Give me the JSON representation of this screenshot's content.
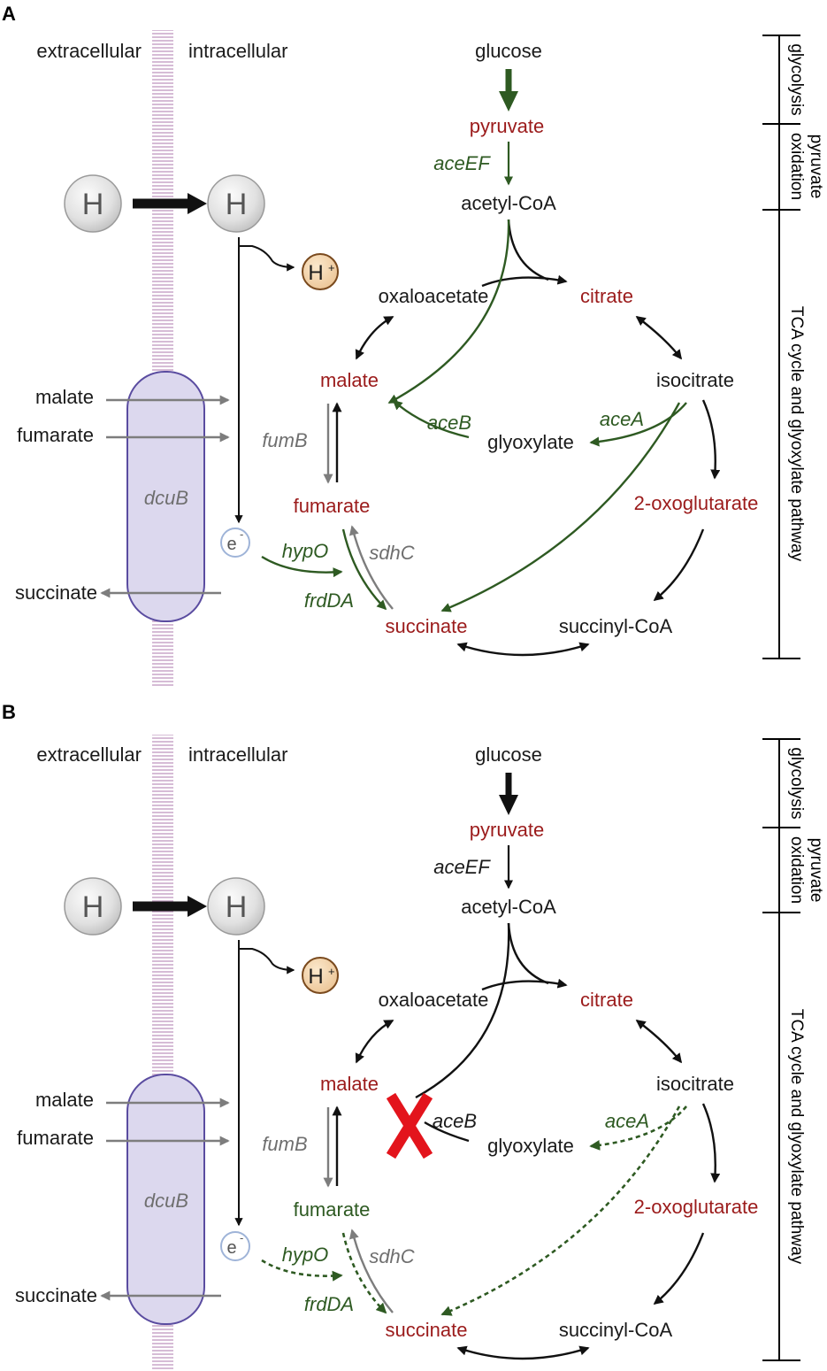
{
  "panels": [
    {
      "label": "A",
      "compartments": {
        "extracellular": "extracellular",
        "intracellular": "intracellular"
      },
      "hydrogen": "H",
      "proton": "H",
      "proton_sup": "+",
      "electron": "e",
      "electron_sup": "-",
      "transporter": "dcuB",
      "transport": {
        "malate": "malate",
        "fumarate": "fumarate",
        "succinate": "succinate"
      },
      "metabolites": {
        "glucose": "glucose",
        "pyruvate": "pyruvate",
        "acetyl_coa": "acetyl-CoA",
        "oxaloacetate": "oxaloacetate",
        "citrate": "citrate",
        "isocitrate": "isocitrate",
        "malate": "malate",
        "glyoxylate": "glyoxylate",
        "fumarate": "fumarate",
        "oxoglutarate": "2-oxoglutarate",
        "succinate": "succinate",
        "succinyl_coa": "succinyl-CoA"
      },
      "genes": {
        "aceEF": "aceEF",
        "aceB": "aceB",
        "aceA": "aceA",
        "fumB": "fumB",
        "sdhC": "sdhC",
        "hypO": "hypO",
        "frdDA": "frdDA"
      },
      "pathways": {
        "glycolysis": "glycolysis",
        "pyruvate": "pyruvate",
        "oxidation": "oxidation",
        "tca": "TCA cycle and glyoxylate pathway"
      }
    },
    {
      "label": "B",
      "compartments": {
        "extracellular": "extracellular",
        "intracellular": "intracellular"
      },
      "hydrogen": "H",
      "proton": "H",
      "proton_sup": "+",
      "electron": "e",
      "electron_sup": "-",
      "transporter": "dcuB",
      "transport": {
        "malate": "malate",
        "fumarate": "fumarate",
        "succinate": "succinate"
      },
      "metabolites": {
        "glucose": "glucose",
        "pyruvate": "pyruvate",
        "acetyl_coa": "acetyl-CoA",
        "oxaloacetate": "oxaloacetate",
        "citrate": "citrate",
        "isocitrate": "isocitrate",
        "malate": "malate",
        "glyoxylate": "glyoxylate",
        "fumarate": "fumarate",
        "oxoglutarate": "2-oxoglutarate",
        "succinate": "succinate",
        "succinyl_coa": "succinyl-CoA"
      },
      "genes": {
        "aceEF": "aceEF",
        "aceB": "aceB",
        "aceA": "aceA",
        "fumB": "fumB",
        "sdhC": "sdhC",
        "hypO": "hypO",
        "frdDA": "frdDA"
      },
      "pathways": {
        "glycolysis": "glycolysis",
        "pyruvate": "pyruvate",
        "oxidation": "oxidation",
        "tca": "TCA cycle and glyoxylate pathway"
      }
    }
  ],
  "colors": {
    "metabolite_highlight": "#9b1b1b",
    "gene_upregulated": "#2e5a22",
    "gene_neutral": "#6f6f6f",
    "knockout": "#e3141c",
    "transporter_fill": "#dcd8ee",
    "membrane": "#c9a6c9"
  },
  "icons": {
    "knockout": "red-x-icon",
    "hydrogen": "sphere-icon",
    "proton": "proton-icon",
    "electron": "electron-icon"
  }
}
